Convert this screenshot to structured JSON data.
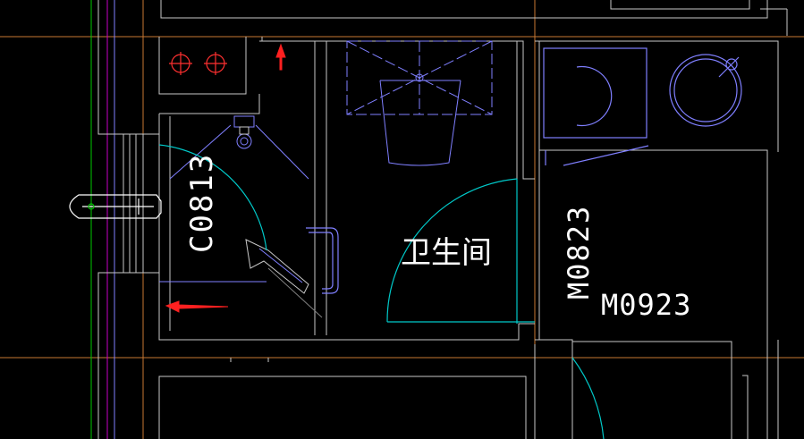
{
  "labels": {
    "window_tag": "C0813",
    "room_name": "卫生间",
    "door_tag_vertical": "M0823",
    "door_tag_horizontal": "M0923"
  },
  "colors": {
    "background": "#000000",
    "wall": "#c8c8c8",
    "fixture": "#7f7fff",
    "door_swing": "#00c8c8",
    "grid_orange": "#c87832",
    "magenta": "#c800c8",
    "green": "#00c800",
    "arrow": "#ff2020",
    "text": "#ffffff"
  }
}
